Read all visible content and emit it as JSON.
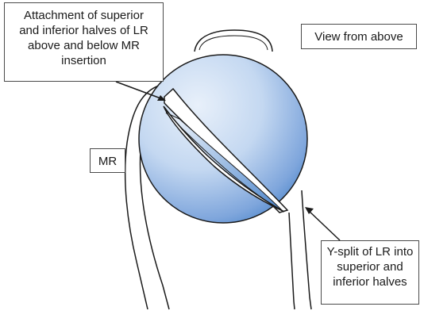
{
  "labels": {
    "attachment": {
      "lines": [
        "Attachment of superior",
        "and inferior halves of LR",
        "above and below MR",
        "insertion"
      ]
    },
    "view": "View from above",
    "mr": "MR",
    "ysplit": {
      "lines": [
        "Y-split of LR into",
        "superior and",
        "inferior halves"
      ]
    }
  },
  "colors": {
    "globe_edge": "#3f7ec7",
    "globe_light": "#e8f0fa",
    "globe_mid": "#a9c6ea",
    "outline": "#1a1a1a"
  }
}
